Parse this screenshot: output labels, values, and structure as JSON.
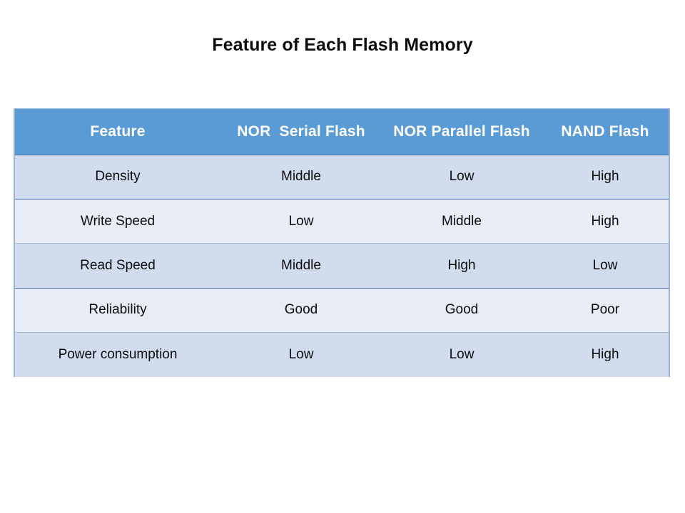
{
  "slide": {
    "title": "Feature of Each Flash Memory",
    "background_color": "#ffffff"
  },
  "table": {
    "header_bg": "#5b9bd5",
    "header_text_color": "#ffffff",
    "row_dark_bg": "#d2dcef",
    "row_light_bg": "#e8ecf6",
    "border_color": "#9bb3d4",
    "divider_dark": "#4b6ea8",
    "divider_light": "#a8bdd9",
    "columns": [
      "Feature",
      "NOR  Serial Flash",
      "NOR Parallel Flash",
      "NAND Flash"
    ],
    "rows": [
      {
        "feature": "Density",
        "nor_serial": "Middle",
        "nor_parallel": "Low",
        "nand": "High"
      },
      {
        "feature": "Write Speed",
        "nor_serial": "Low",
        "nor_parallel": "Middle",
        "nand": "High"
      },
      {
        "feature": "Read Speed",
        "nor_serial": "Middle",
        "nor_parallel": "High",
        "nand": "Low"
      },
      {
        "feature": "Reliability",
        "nor_serial": "Good",
        "nor_parallel": "Good",
        "nand": "Poor"
      },
      {
        "feature": "Power consumption",
        "nor_serial": "Low",
        "nor_parallel": "Low",
        "nand": "High"
      }
    ]
  }
}
